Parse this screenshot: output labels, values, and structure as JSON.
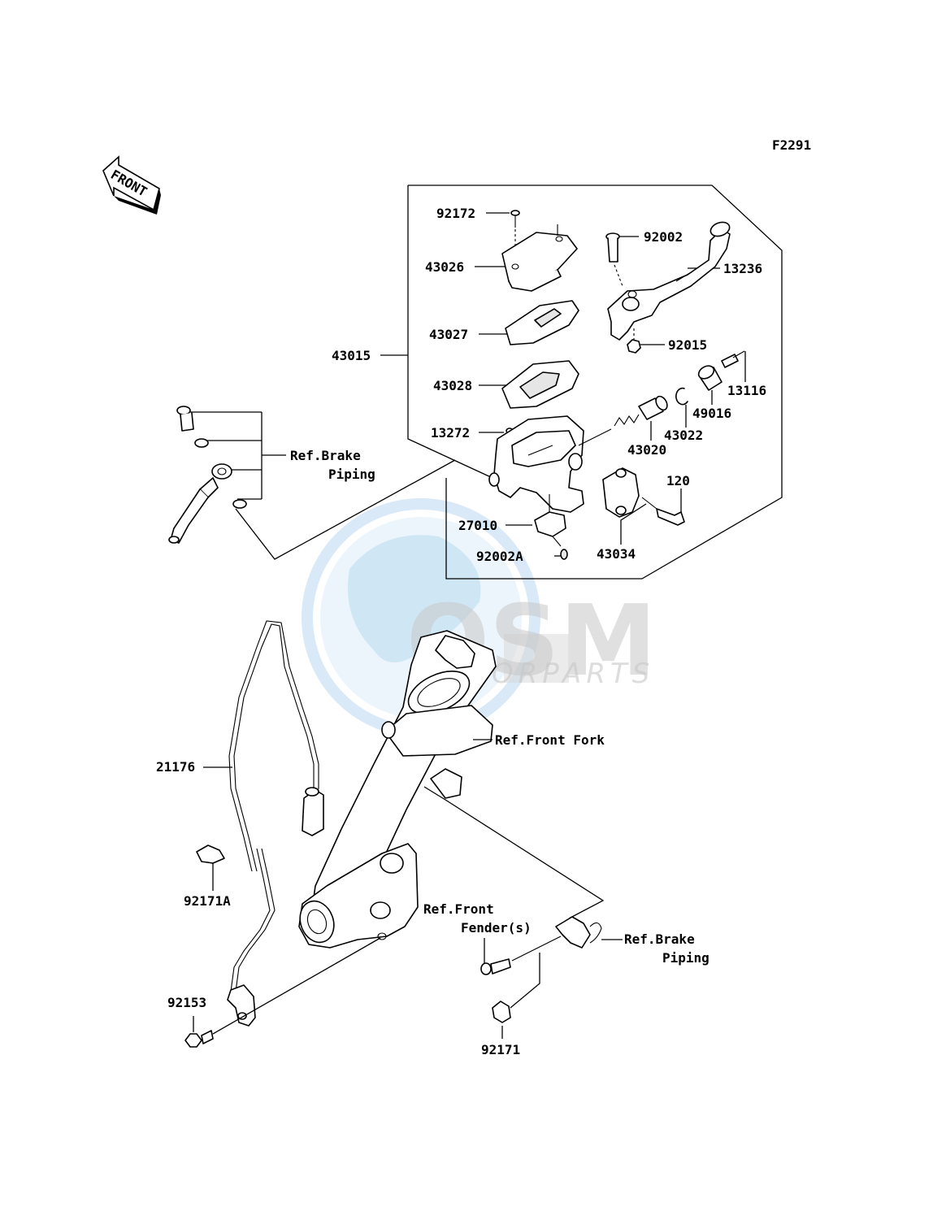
{
  "figure_code": "F2291",
  "front_arrow_label": "FRONT",
  "watermark": {
    "brand": "OSM",
    "sub": "MOTORPARTS"
  },
  "parts": {
    "p92172": "92172",
    "p43026": "43026",
    "p43027": "43027",
    "p43028": "43028",
    "p43015": "43015",
    "p13272": "13272",
    "p27010": "27010",
    "p92002A": "92002A",
    "p92002": "92002",
    "p13236": "13236",
    "p92015": "92015",
    "p13116": "13116",
    "p49016": "49016",
    "p43022": "43022",
    "p43020": "43020",
    "p120": "120",
    "p43034": "43034",
    "p21176": "21176",
    "p92171A": "92171A",
    "p92153": "92153",
    "p92171": "92171"
  },
  "refs": {
    "brake_piping_top_1": "Ref.Brake",
    "brake_piping_top_2": "Piping",
    "front_fork": "Ref.Front Fork",
    "front_fender_1": "Ref.Front",
    "front_fender_2": "Fender(s)",
    "brake_piping_bottom_1": "Ref.Brake",
    "brake_piping_bottom_2": "Piping"
  }
}
